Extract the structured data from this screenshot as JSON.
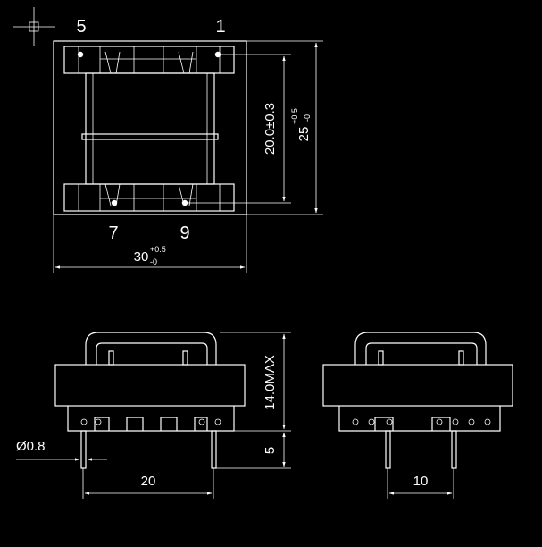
{
  "pins": {
    "p5": "5",
    "p1": "1",
    "p7": "7",
    "p9": "9"
  },
  "dims": {
    "inner_height": "20.0±0.3",
    "outer_height_base": "25",
    "outer_height_tol_top": "+0.5",
    "outer_height_tol_bottom": "-0",
    "width_base": "30",
    "width_tol_top": "+0.5",
    "width_tol_bottom": "-0",
    "max_height": "14.0MAX",
    "pin_length": "5",
    "pin_diameter": "Ø0.8",
    "pin_spacing_front": "20",
    "pin_spacing_side": "10"
  }
}
